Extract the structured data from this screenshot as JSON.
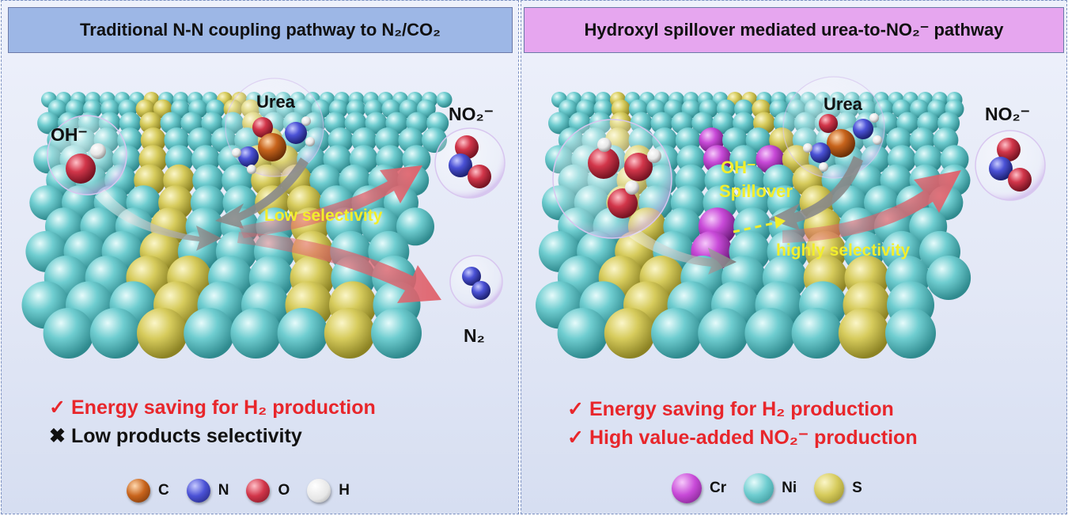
{
  "left_panel": {
    "title": "Traditional N-N coupling pathway to N₂/CO₂",
    "labels": {
      "oh": "OH⁻",
      "urea": "Urea",
      "no2": "NO₂⁻",
      "n2": "N₂",
      "low_selectivity": "Low selectivity"
    },
    "bullets": [
      {
        "mark": "✓",
        "text": "Energy saving for H₂ production"
      },
      {
        "mark": "✖",
        "text": "Low products selectivity"
      }
    ],
    "legend": [
      {
        "label": "C",
        "color": "#c8641c"
      },
      {
        "label": "N",
        "color": "#4b52d6"
      },
      {
        "label": "O",
        "color": "#d2364a"
      },
      {
        "label": "H",
        "color": "#f2f2f2"
      }
    ]
  },
  "right_panel": {
    "title": "Hydroxyl spillover mediated urea-to-NO₂⁻ pathway",
    "labels": {
      "oh": "OH⁻",
      "spillover": "Spillover",
      "urea": "Urea",
      "no2": "NO₂⁻",
      "highly_selectivity": "highly selectivity"
    },
    "bullets": [
      {
        "mark": "✓",
        "text": "Energy saving for H₂ production"
      },
      {
        "mark": "✓",
        "text": "High value-added NO₂⁻ production"
      }
    ],
    "legend": [
      {
        "label": "Cr",
        "color": "#c84ad8"
      },
      {
        "label": "Ni",
        "color": "#6fcdd0"
      },
      {
        "label": "S",
        "color": "#d6cb5c"
      }
    ]
  },
  "colors": {
    "nickel": "#6fcdd0",
    "sulfur": "#d6cb5c",
    "chromium": "#c84ad8",
    "arrow_red": "#e0606a",
    "arrow_grey": "#8a8a8a",
    "label_yellow": "#f2ee2c",
    "bullet_red": "#e8262b"
  }
}
